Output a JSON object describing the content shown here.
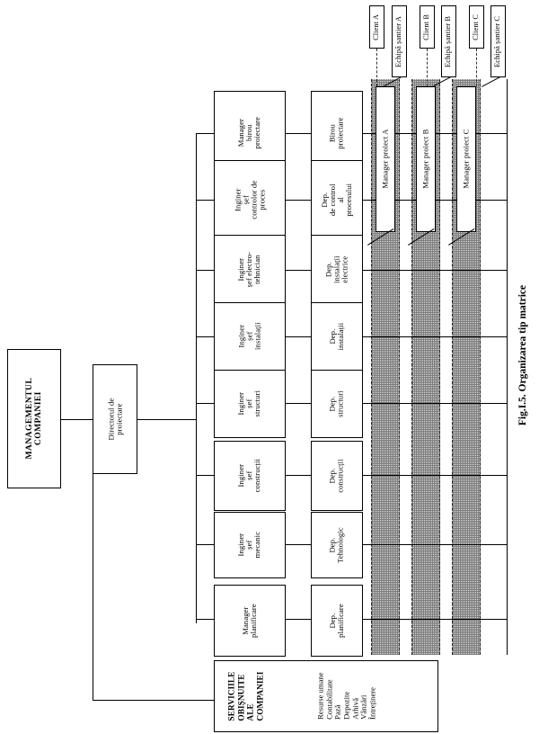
{
  "figure": {
    "caption": "Fig.I.5. Organizarea tip matrice",
    "language": "ro",
    "type": "matrix-organization-chart"
  },
  "top_level": {
    "company_management": "MANAGEMENTUL\nCOMPANIEI",
    "design_director": "Directorul de\nproiectare",
    "common_services_title": "SERVICIILE\nOBIȘNUITE\nALE\nCOMPANIEI",
    "common_services_items": "Resurse umane\nContabilitate\nPază\nDepozite\nArhivă\nVânzări\nÎntreținere"
  },
  "functional_rows": [
    {
      "manager": "Manager\nbirou\nproiectare",
      "department": "Birou\nproiectare"
    },
    {
      "manager": "Inginer\nșef\ncontrolor de\nproces",
      "department": "Dep.\nde control\nal\nprocesului"
    },
    {
      "manager": "Inginer\nșef electro-\ntehnician",
      "department": "Dep.\ninstalații\nelectrice"
    },
    {
      "manager": "Inginer\nșef\ninstalații",
      "department": "Dep.\ninstalații"
    },
    {
      "manager": "Inginer\nșef\nstructuri",
      "department": "Dep.\nstructuri"
    },
    {
      "manager": "Inginer\nșef\nconstrucții",
      "department": "Dep.\nconstrucții"
    },
    {
      "manager": "Inginer\nșef\nmecanic",
      "department": "Dep.\nTehnologic"
    },
    {
      "manager": "Manager\nplanificare",
      "department": "Dep.\nplanificare"
    }
  ],
  "projects": [
    {
      "project_manager": "Manager proiect A",
      "client": "Client A",
      "site_team": "Echipă șantier A"
    },
    {
      "project_manager": "Manager proiect B",
      "client": "Client B",
      "site_team": "Echipă șantier B"
    },
    {
      "project_manager": "Manager proiect C",
      "client": "Client C",
      "site_team": "Echipă șantier C"
    }
  ],
  "colors": {
    "line": "#000000",
    "band_fill": "#e3e3e3",
    "band_hatch": "#7b7b7b",
    "background": "#ffffff"
  }
}
